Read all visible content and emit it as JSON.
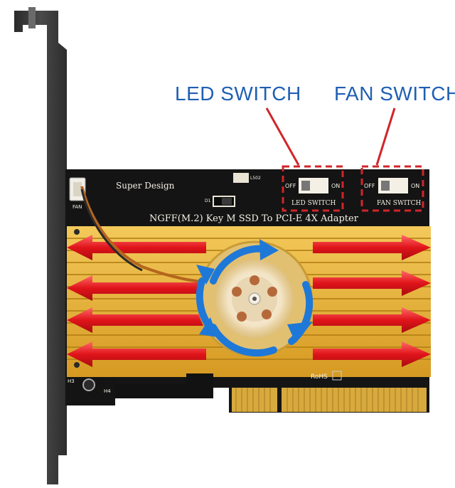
{
  "callouts": {
    "led": "LED SWITCH",
    "fan": "FAN SWITCH"
  },
  "board": {
    "brand": "Super Design",
    "product": "NGFF(M.2) Key M SSD To PCI-E 4X Adapter",
    "led_switch_label": "LED SWITCH",
    "fan_switch_label": "FAN SWITCH",
    "off_label": "OFF",
    "on_label": "ON",
    "rohs": "RoHS",
    "fan_connector_label": "FAN",
    "diode_label": "D1",
    "resistor_label": "L502",
    "hole_label_h3": "H3",
    "hole_label_h4": "H4"
  },
  "colors": {
    "callout_blue": "#1f5fb3",
    "highlight_red": "#d0252a",
    "pcb_black": "#141414",
    "heatsink_gold": "#e9b53a",
    "gold_fingers": "#d8a93c",
    "bracket_gray": "#3b3b3b",
    "fan_arrow_blue": "#1e78d8"
  }
}
